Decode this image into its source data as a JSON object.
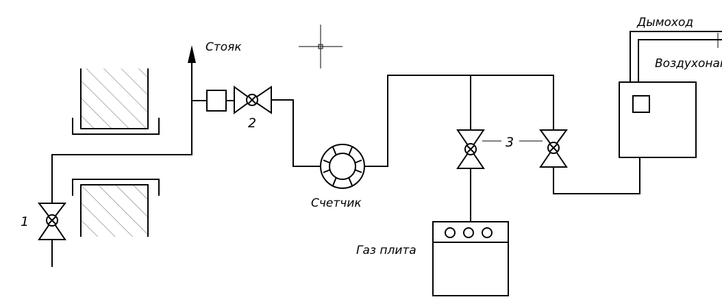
{
  "labels": {
    "riser": "Стояк",
    "meter": "Счетчик",
    "stove": "Газ плита",
    "chimney": "Дымоход",
    "heater": "Воздухонагр"
  },
  "valve_numbers": {
    "v1": "1",
    "v2": "2",
    "v3": "3"
  },
  "colors": {
    "line": "#000000",
    "hatch": "#777777",
    "background": "#ffffff"
  }
}
